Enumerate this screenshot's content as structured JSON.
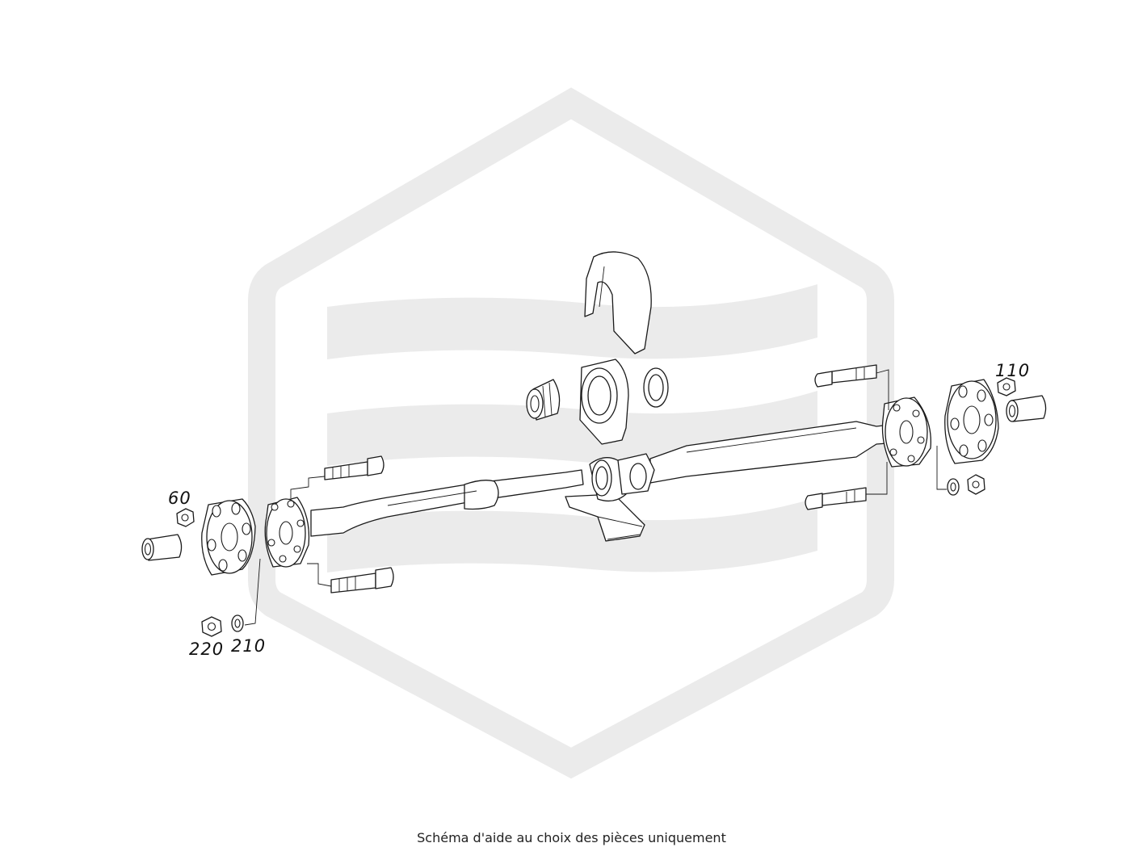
{
  "diagram": {
    "callouts": [
      {
        "id": "60",
        "label": "60"
      },
      {
        "id": "110",
        "label": "110"
      },
      {
        "id": "220",
        "label": "220"
      },
      {
        "id": "210",
        "label": "210"
      }
    ],
    "caption": "Schéma d'aide au choix des pièces uniquement"
  },
  "colors": {
    "watermark": "#ebebeb",
    "line": "#1a1a1a",
    "text": "#111111"
  },
  "icons": {
    "watermark": "hexagon-logo-watermark"
  }
}
